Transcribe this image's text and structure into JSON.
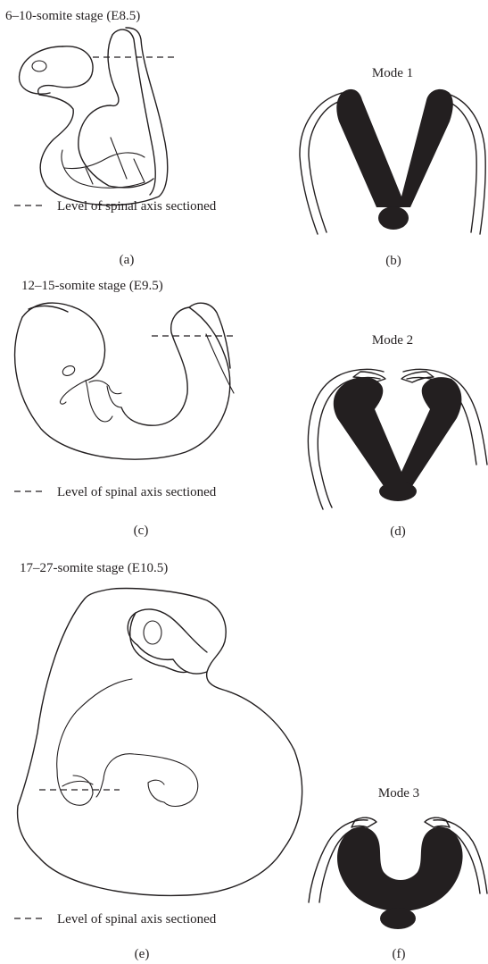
{
  "stages": [
    {
      "title": "6–10-somite stage (E8.5)",
      "legend": "Level of spinal axis sectioned",
      "panel": "(a)"
    },
    {
      "title": "12–15-somite stage (E9.5)",
      "legend": "Level of spinal axis sectioned",
      "panel": "(c)"
    },
    {
      "title": "17–27-somite stage (E10.5)",
      "legend": "Level of spinal axis sectioned",
      "panel": "(e)"
    }
  ],
  "modes": [
    {
      "title": "Mode 1",
      "panel": "(b)"
    },
    {
      "title": "Mode 2",
      "panel": "(d)"
    },
    {
      "title": "Mode 3",
      "panel": "(f)"
    }
  ],
  "colors": {
    "ink": "#231f20",
    "background": "#ffffff"
  }
}
